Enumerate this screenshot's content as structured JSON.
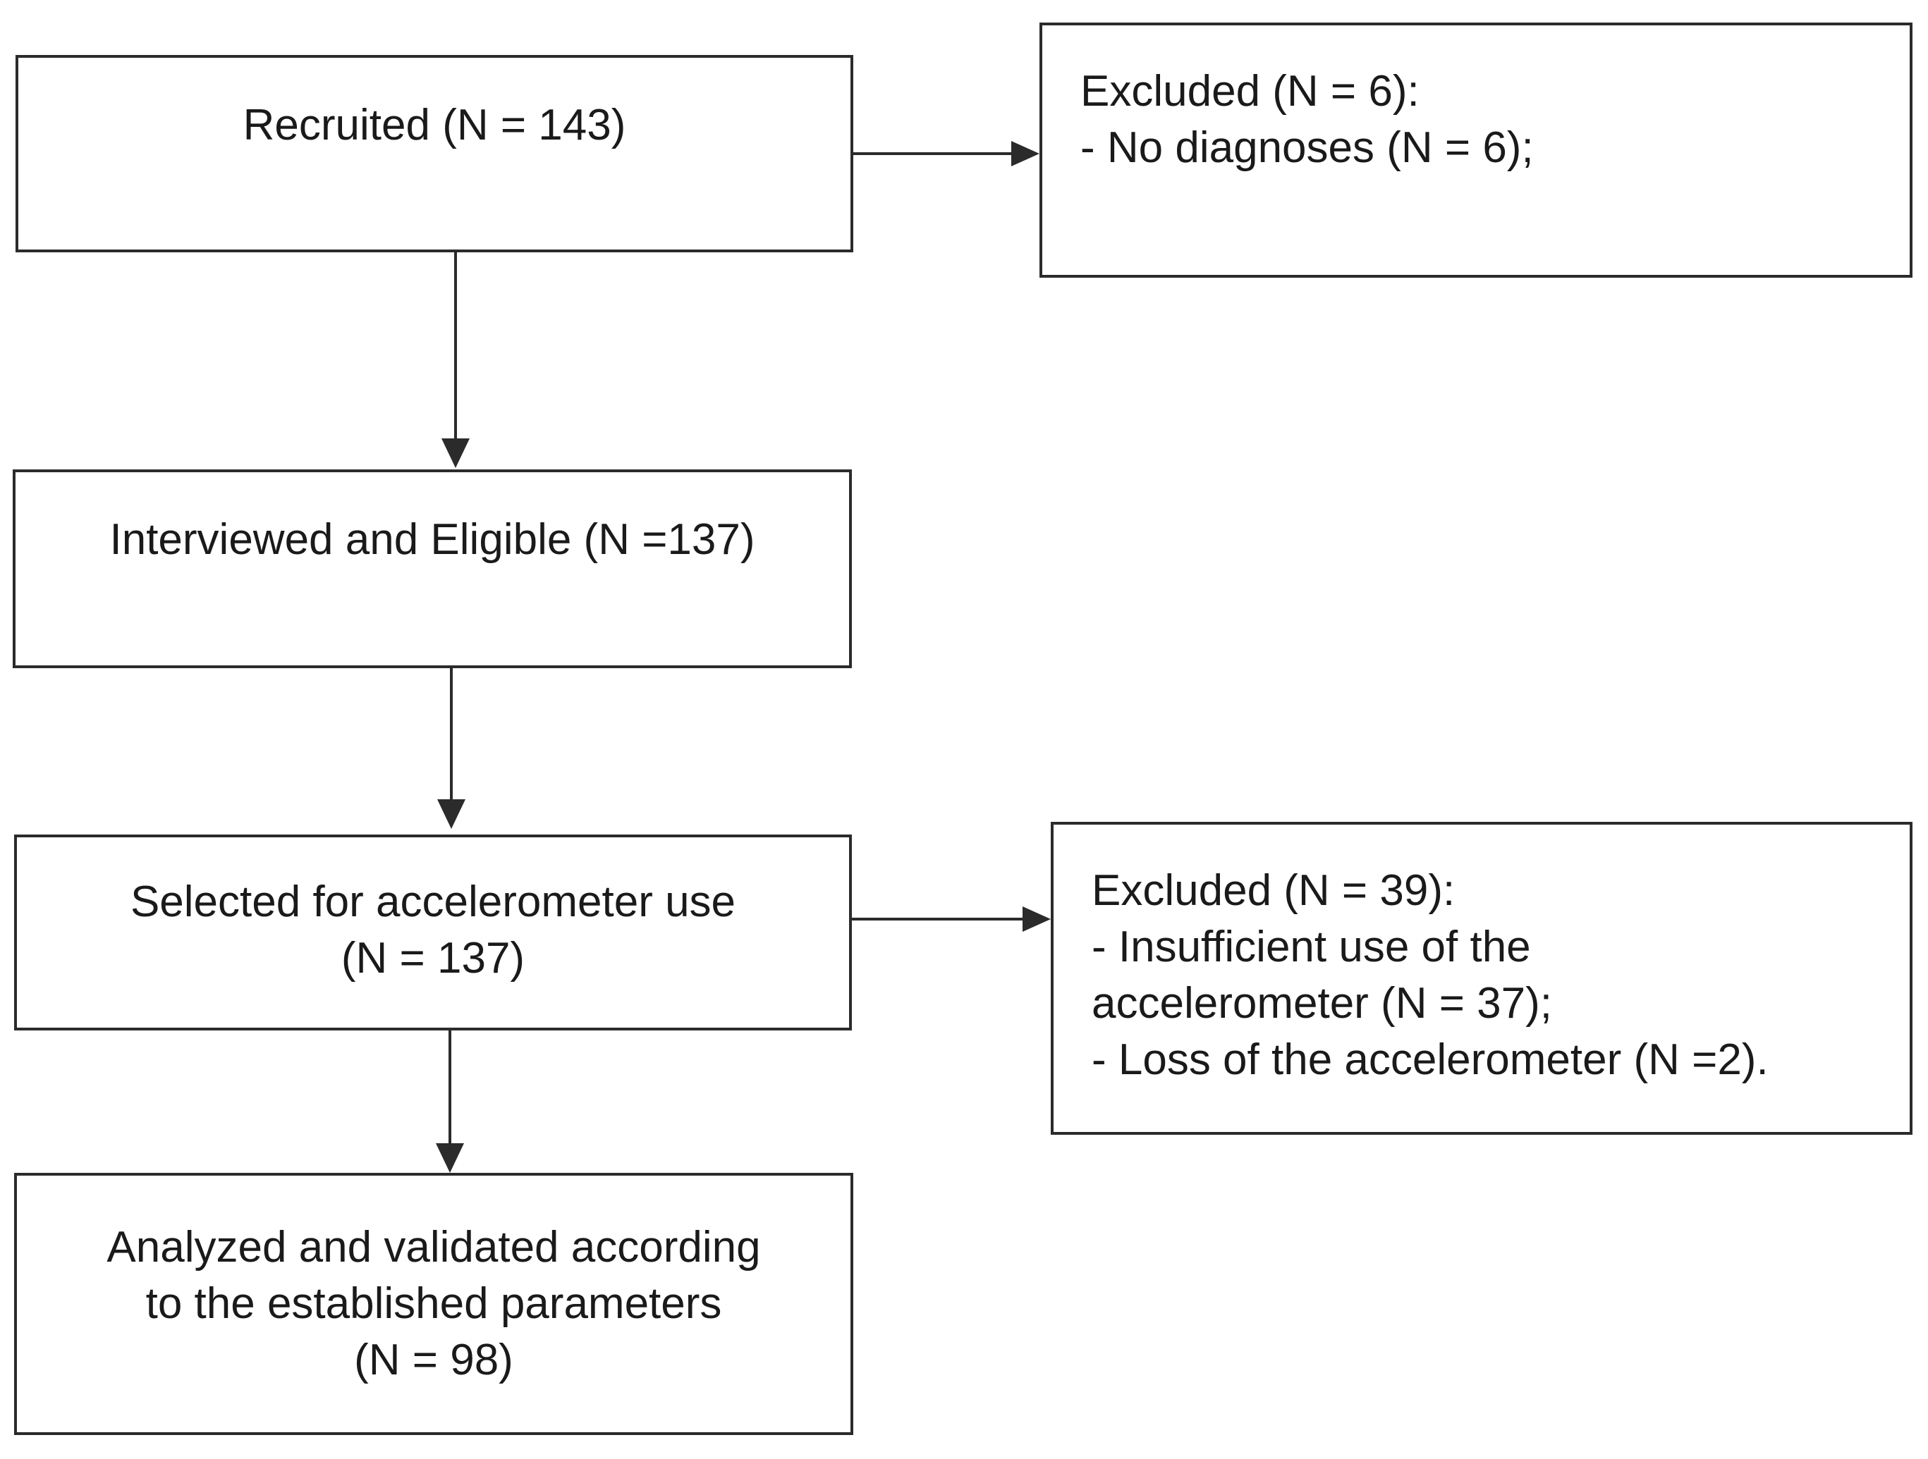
{
  "boxes": {
    "recruited": {
      "lines": [
        "Recruited (N = 143)"
      ]
    },
    "excluded_1": {
      "lines": [
        "Excluded (N = 6):",
        "- No diagnoses (N = 6);"
      ]
    },
    "interviewed": {
      "lines": [
        "Interviewed and Eligible (N =137)"
      ]
    },
    "selected": {
      "lines": [
        "Selected for accelerometer use",
        "(N = 137)"
      ]
    },
    "excluded_2": {
      "lines": [
        "Excluded (N = 39):",
        "- Insufficient use of the",
        "accelerometer (N = 37);",
        "- Loss of the accelerometer (N =2)."
      ]
    },
    "analyzed": {
      "lines": [
        "Analyzed and validated according",
        "to the established parameters",
        "(N = 98)"
      ]
    }
  },
  "colors": {
    "stroke": "#2b2b2b",
    "text": "#1a1a1a",
    "background": "#ffffff"
  }
}
